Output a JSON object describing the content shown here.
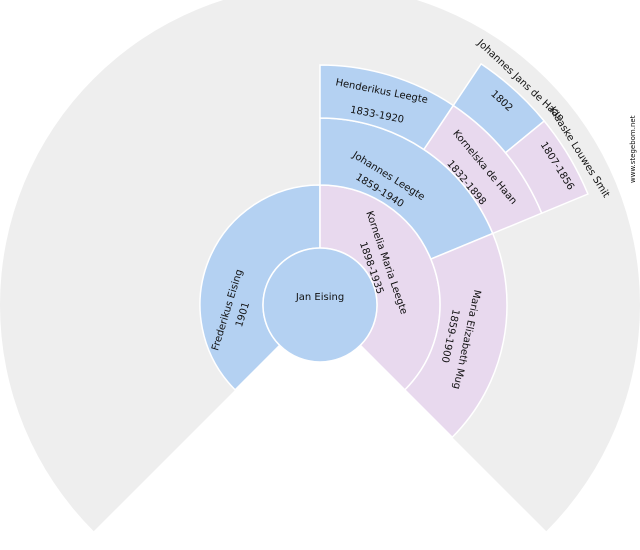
{
  "colors": {
    "background_ring": "#eeeeee",
    "male": "#b4d1f2",
    "female": "#e8d9ee",
    "border": "#ffffff"
  },
  "watermark": "www.stegebom.net",
  "root": {
    "name": "Jan Eising"
  },
  "people": [
    {
      "id": "p1",
      "name": "Frederikus Eising",
      "dates": "1901",
      "sex": "male"
    },
    {
      "id": "p2",
      "name": "Kornelia Maria Leegte",
      "dates": "1898-1935",
      "sex": "female"
    },
    {
      "id": "p3",
      "name": "Johannes Leegte",
      "dates": "1859-1940",
      "sex": "male"
    },
    {
      "id": "p4",
      "name": "Maria Elizabeth Mug",
      "dates": "1859-1900",
      "sex": "female"
    },
    {
      "id": "p5",
      "name": "Henderikus Leegte",
      "dates": "1833-1920",
      "sex": "male"
    },
    {
      "id": "p6",
      "name": "Kornelska de Haan",
      "dates": "1832-1898",
      "sex": "female"
    },
    {
      "id": "p7",
      "name": "Johannes Jans de Haan",
      "dates": "1802",
      "sex": "male"
    },
    {
      "id": "p8",
      "name": "Klaaske Louwes Smit",
      "dates": "1807-1856",
      "sex": "female"
    }
  ]
}
